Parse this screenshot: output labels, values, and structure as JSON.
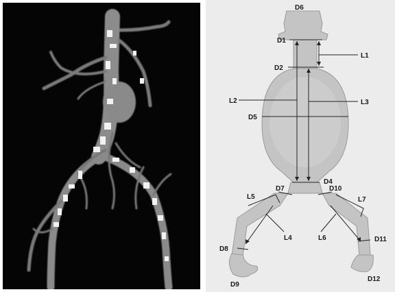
{
  "diagram": {
    "labels": {
      "D1": "D1",
      "D2": "D2",
      "D4": "D4",
      "D5": "D5",
      "D6": "D6",
      "D7": "D7",
      "D8": "D8",
      "D9": "D9",
      "D10": "D10",
      "D11": "D11",
      "D12": "D12",
      "L1": "L1",
      "L2": "L2",
      "L3": "L3",
      "L4": "L4",
      "L5": "L5",
      "L6": "L6",
      "L7": "L7"
    },
    "colors": {
      "left_background": "#050505",
      "right_background": "#ececec",
      "vessel_fill": "#c4c4c4",
      "vessel_highlight": "#e9e9e9",
      "angio_vessel": "#8a8a8a",
      "angio_calcification": "#f2f2f2",
      "line": "#222222"
    }
  }
}
